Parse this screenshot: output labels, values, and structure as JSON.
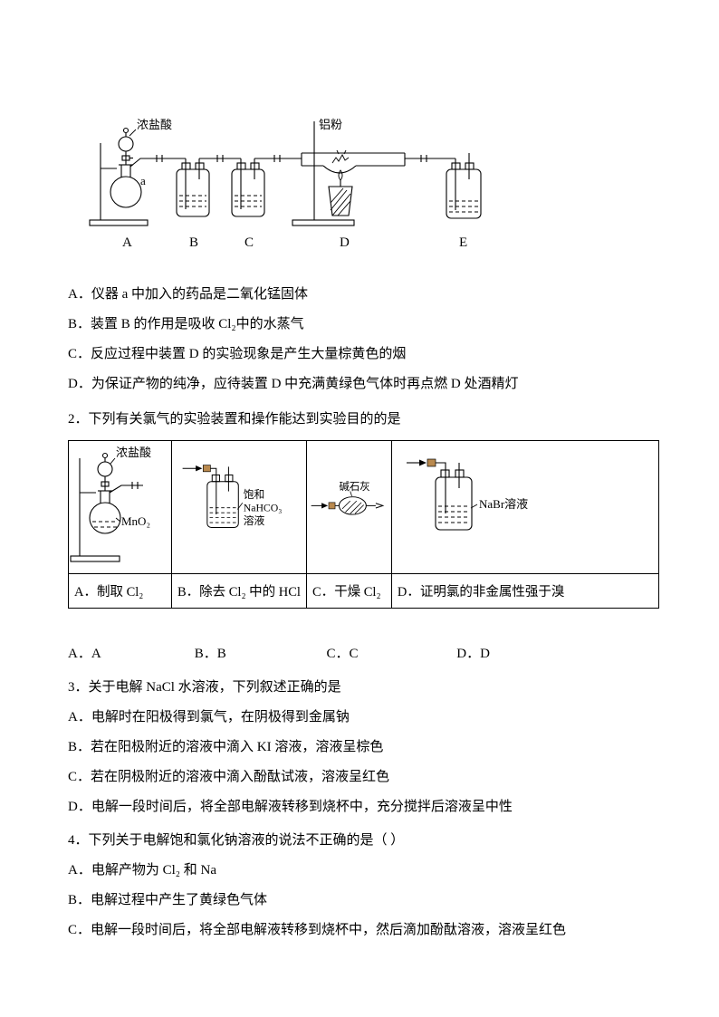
{
  "colors": {
    "connector": "#b9894e",
    "background": "#ffffff",
    "text": "#000000"
  },
  "figure1": {
    "labels": {
      "acid": "浓盐酸",
      "aluminum_powder": "铝粉",
      "flask_mark": "a"
    },
    "device_letters": [
      "A",
      "B",
      "C",
      "D",
      "E"
    ]
  },
  "q1": {
    "options": [
      "A．仪器 a 中加入的药品是二氧化锰固体",
      "B．装置 B 的作用是吸收 Cl₂中的水蒸气",
      "C．反应过程中装置 D 的实验现象是产生大量棕黄色的烟",
      "D．为保证产物的纯净，应待装置 D 中充满黄绿色气体时再点燃 D 处酒精灯"
    ]
  },
  "q2": {
    "stem": "2．下列有关氯气的实验装置和操作能达到实验目的的是",
    "cells": [
      {
        "caption": "A．制取 Cl₂",
        "label_acid": "浓盐酸",
        "label_mno2": "MnO₂"
      },
      {
        "caption": "B．除去 Cl₂ 中的 HCl",
        "label_line1": "饱和",
        "label_line2": "NaHCO₃",
        "label_line3": "溶液"
      },
      {
        "caption": "C．干燥 Cl₂",
        "label_sodalime": "碱石灰"
      },
      {
        "caption": "D．证明氯的非金属性强于溴",
        "label_nabr": "NaBr溶液"
      }
    ],
    "answers": [
      "A．A",
      "B．B",
      "C．C",
      "D．D"
    ]
  },
  "q3": {
    "stem": "3．关于电解 NaCl 水溶液，下列叙述正确的是",
    "options": [
      "A．电解时在阳极得到氯气，在阴极得到金属钠",
      "B．若在阳极附近的溶液中滴入 KI 溶液，溶液呈棕色",
      "C．若在阴极附近的溶液中滴入酚酞试液，溶液呈红色",
      "D．电解一段时间后，将全部电解液转移到烧杯中，充分搅拌后溶液呈中性"
    ]
  },
  "q4": {
    "stem": "4．下列关于电解饱和氯化钠溶液的说法不正确的是（    ）",
    "options": [
      "A．电解产物为 Cl₂ 和 Na",
      "B．电解过程中产生了黄绿色气体",
      "C．电解一段时间后，将全部电解液转移到烧杯中，然后滴加酚酞溶液，溶液呈红色"
    ]
  }
}
